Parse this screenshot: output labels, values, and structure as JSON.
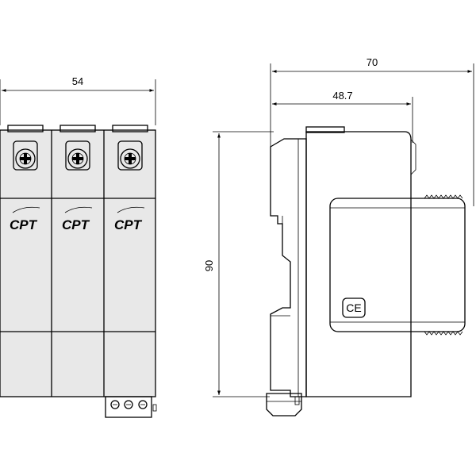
{
  "front_view": {
    "width_label": "54",
    "modules": [
      {
        "logo": "CPT"
      },
      {
        "logo": "CPT"
      },
      {
        "logo": "CPT"
      }
    ]
  },
  "side_view": {
    "depth_label": "70",
    "rail_label": "48.7",
    "height_label": "90",
    "mark": "CE"
  },
  "colors": {
    "body_fill": "#e8e8e8",
    "line": "#000000"
  },
  "icons": [
    "terminal-screw-icon",
    "ce-mark-icon",
    "connector-icon"
  ]
}
